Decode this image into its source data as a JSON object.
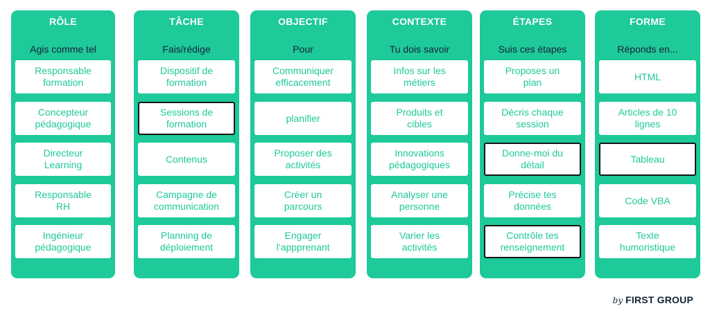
{
  "columns": [
    {
      "title": "RÔLE",
      "subtitle": "Agis comme tel",
      "items": [
        "Responsable\nformation",
        "Concepteur\npédagogique",
        "Directeur\nLearning",
        "Responsable\nRH",
        "Ingénieur\npédagogique"
      ],
      "highlighted": []
    },
    {
      "title": "TÂCHE",
      "subtitle": "Fais/rédige",
      "items": [
        "Dispositif de\nformation",
        "Sessions de\nformation",
        "Contenus",
        "Campagne de\ncommunication",
        "Planning de\ndéploiement"
      ],
      "highlighted": [
        1
      ]
    },
    {
      "title": "OBJECTIF",
      "subtitle": "Pour",
      "items": [
        "Communiquer\nefficacement",
        "planifier",
        "Proposer des\nactivités",
        "Créer un\nparcours",
        "Engager\nl’appprenant"
      ],
      "highlighted": []
    },
    {
      "title": "CONTEXTE",
      "subtitle": "Tu dois savoir",
      "items": [
        "Infos sur les\nmétiers",
        "Produits et\ncibles",
        "Innovations\npédagogiques",
        "Analyser une\npersonne",
        "Varier les\nactivités"
      ],
      "highlighted": []
    },
    {
      "title": "ÉTAPES",
      "subtitle": "Suis ces étapes",
      "items": [
        "Proposes un\nplan",
        "Décris chaque\nsession",
        "Donne-moi du\ndétail",
        "Précise tes\ndonnées",
        "Contrôle tes\nrenseignement"
      ],
      "highlighted": [
        2,
        4
      ]
    },
    {
      "title": "FORME",
      "subtitle": "Réponds en...",
      "items": [
        "HTML",
        "Articles de 10\nlignes",
        "Tableau",
        "Code VBA",
        "Texte\nhumoristique"
      ],
      "highlighted": [
        2
      ]
    }
  ],
  "brand": {
    "by": "by",
    "name": "FIRST GROUP"
  },
  "colors": {
    "accent": "#1ec99a",
    "text_dark": "#15233a",
    "highlight_border": "#151515"
  }
}
